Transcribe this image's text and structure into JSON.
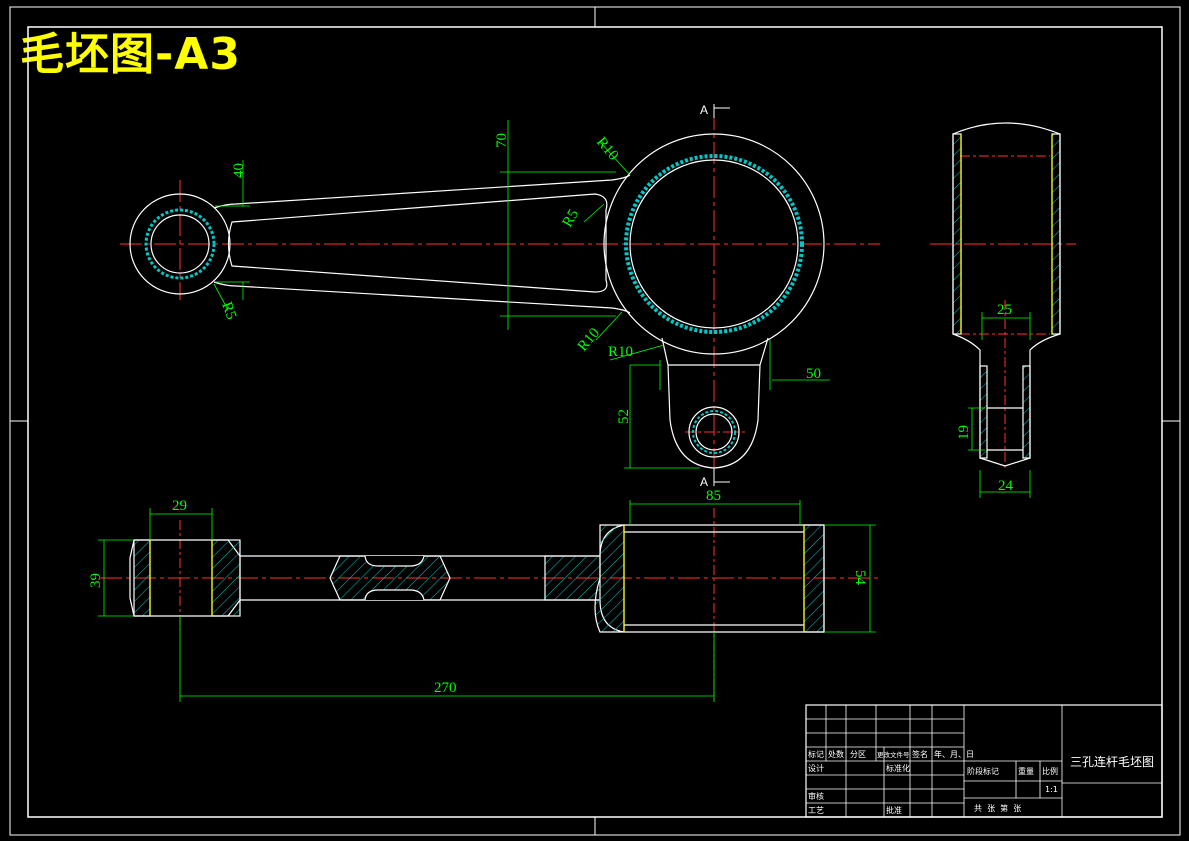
{
  "sheet": {
    "title": "毛坯图-A3"
  },
  "section_marks": {
    "top": "A",
    "bottom": "A"
  },
  "dimensions": {
    "d40": "40",
    "d70": "70",
    "r10_top": "R10",
    "r5_mid": "R5",
    "r5_left": "R5",
    "r10_low": "R10",
    "r10_boss": "R10",
    "d50": "50",
    "d52": "52",
    "d25": "25",
    "d19": "19",
    "d24": "24",
    "d29": "29",
    "d39": "39",
    "d85": "85",
    "d54": "54",
    "d270": "270"
  },
  "title_block": {
    "drawing_name": "三孔连杆毛坯图",
    "header_row": [
      "标记",
      "处数",
      "分区",
      "更改文件号",
      "签名",
      "年、月、日"
    ],
    "design": "设计",
    "standardization": "标准化",
    "review": "审核",
    "process": "工艺",
    "approve": "批准",
    "stage_mark": "阶段标记",
    "weight": "重量",
    "scale_label": "比例",
    "scale": "1:1",
    "sheets": "共  张  第  张"
  }
}
